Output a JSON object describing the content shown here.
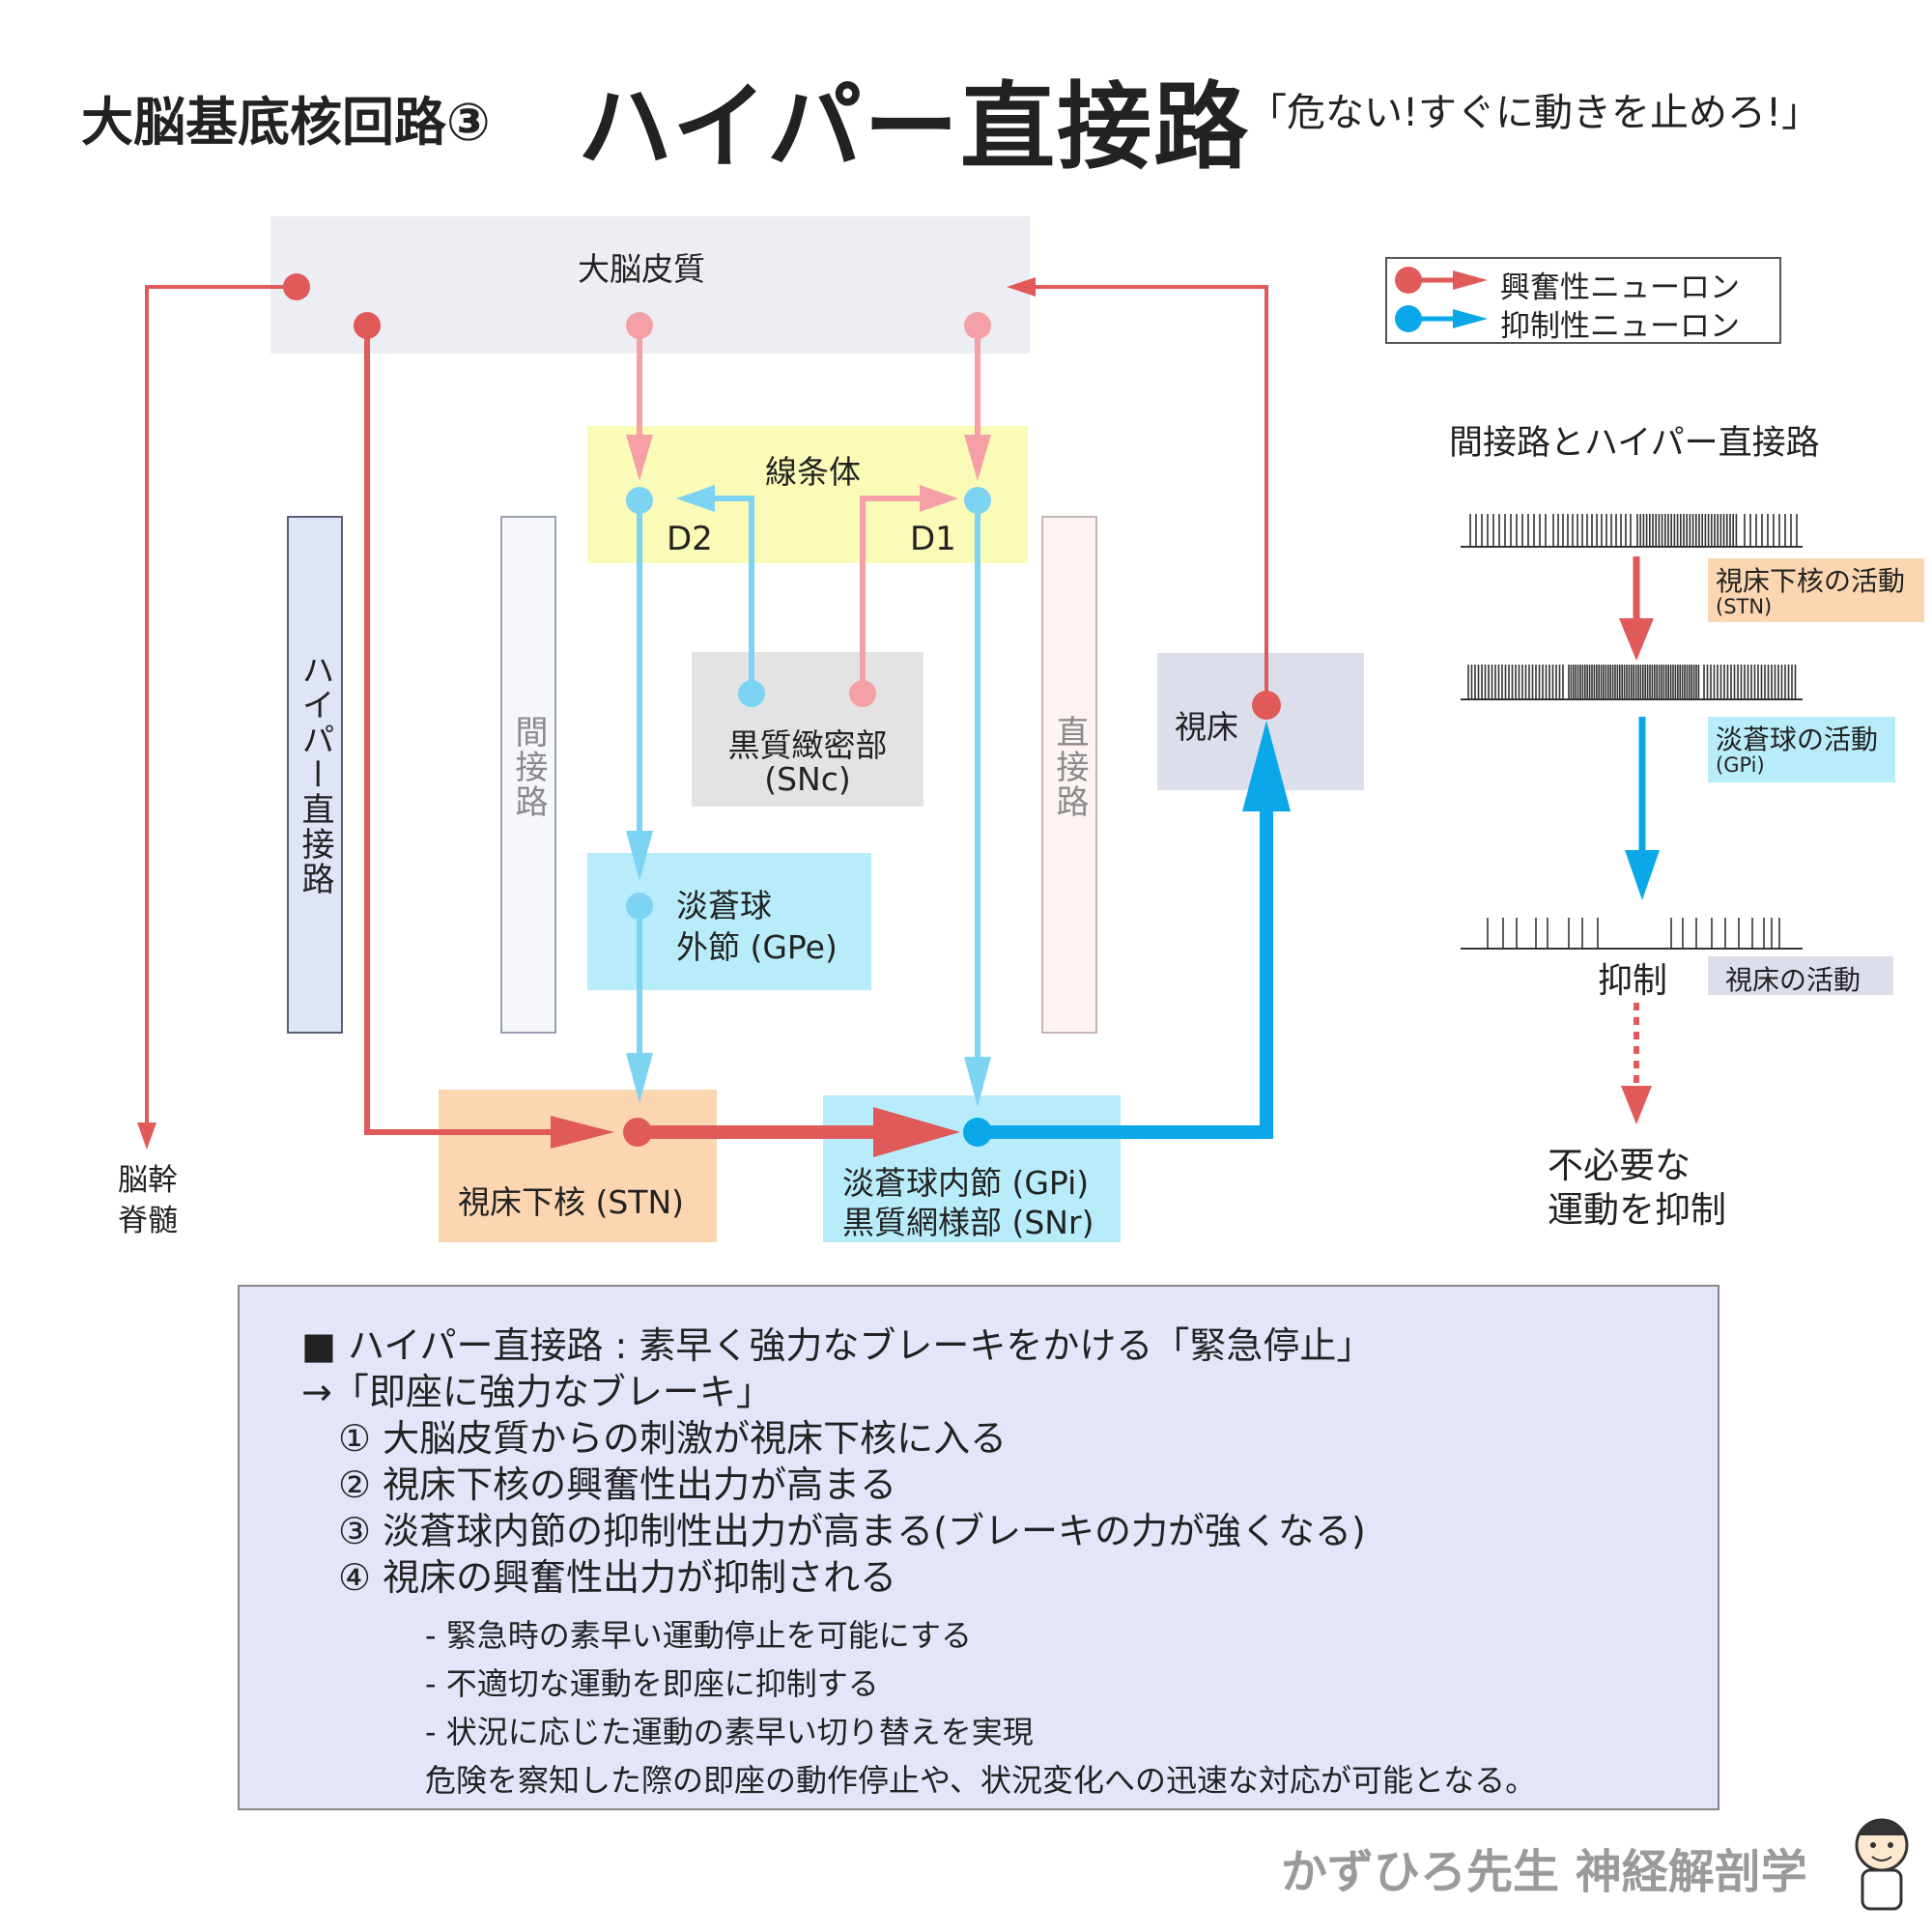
{
  "title": {
    "main_small": "大脳基底核回路③",
    "main_large": "ハイパー直接路",
    "tagline": "「危ない!すぐに動きを止めろ!」"
  },
  "boxes": {
    "cortex": "大脳皮質",
    "striatum": "線条体",
    "d2": "D2",
    "d1": "D1",
    "snc_line1": "黒質緻密部",
    "snc_line2": "(SNc)",
    "gpe_line1": "淡蒼球",
    "gpe_line2": "外節 (GPe)",
    "thalamus": "視床",
    "stn": "視床下核 (STN)",
    "gpi_line1": "淡蒼球内節 (GPi)",
    "gpi_line2": "黒質網様部 (SNr)",
    "brainstem_line1": "脳幹",
    "brainstem_line2": "脊髄"
  },
  "pathways": {
    "hyperdirect": "ハイパー直接路",
    "indirect": "間接路",
    "direct": "直接路"
  },
  "legend": {
    "excitatory": "興奮性ニューロン",
    "inhibitory": "抑制性ニューロン"
  },
  "colors": {
    "excitatory": "#e05a5a",
    "excitatory_light": "#f4a0a6",
    "inhibitory": "#0aa8e8",
    "inhibitory_light": "#7dd3f2",
    "striatum_bg": "#fbfbb8",
    "cortex_bg": "#eceef3",
    "snc_bg": "#e3e3e3",
    "gpe_bg": "#b8ecfb",
    "stn_bg": "#fbd6b1",
    "thalamus_bg": "#dcdeec",
    "summary_bg": "#e3e6f8"
  },
  "side_panel": {
    "heading": "間接路とハイパー直接路",
    "stn_activity": "視床下核の活動",
    "stn_abbr": "(STN)",
    "gpi_activity": "淡蒼球の活動",
    "gpi_abbr": "(GPi)",
    "suppression": "抑制",
    "thalamus_activity": "視床の活動",
    "result_line1": "不必要な",
    "result_line2": "運動を抑制"
  },
  "summary": {
    "heading": "■ ハイパー直接路 : 素早く強力なブレーキをかける「緊急停止」",
    "arrow_line": "→「即座に強力なブレーキ」",
    "steps": [
      "① 大脳皮質からの刺激が視床下核に入る",
      "② 視床下核の興奮性出力が高まる",
      "③ 淡蒼球内節の抑制性出力が高まる(ブレーキの力が強くなる)",
      "④ 視床の興奮性出力が抑制される"
    ],
    "bullets": [
      "- 緊急時の素早い運動停止を可能にする",
      "- 不適切な運動を即座に抑制する",
      "- 状況に応じた運動の素早い切り替えを実現"
    ],
    "conclusion": "危険を察知した際の即座の動作停止や、状況変化への迅速な対応が可能となる。"
  },
  "footer": {
    "brand": "かずひろ先生 神経解剖学"
  }
}
